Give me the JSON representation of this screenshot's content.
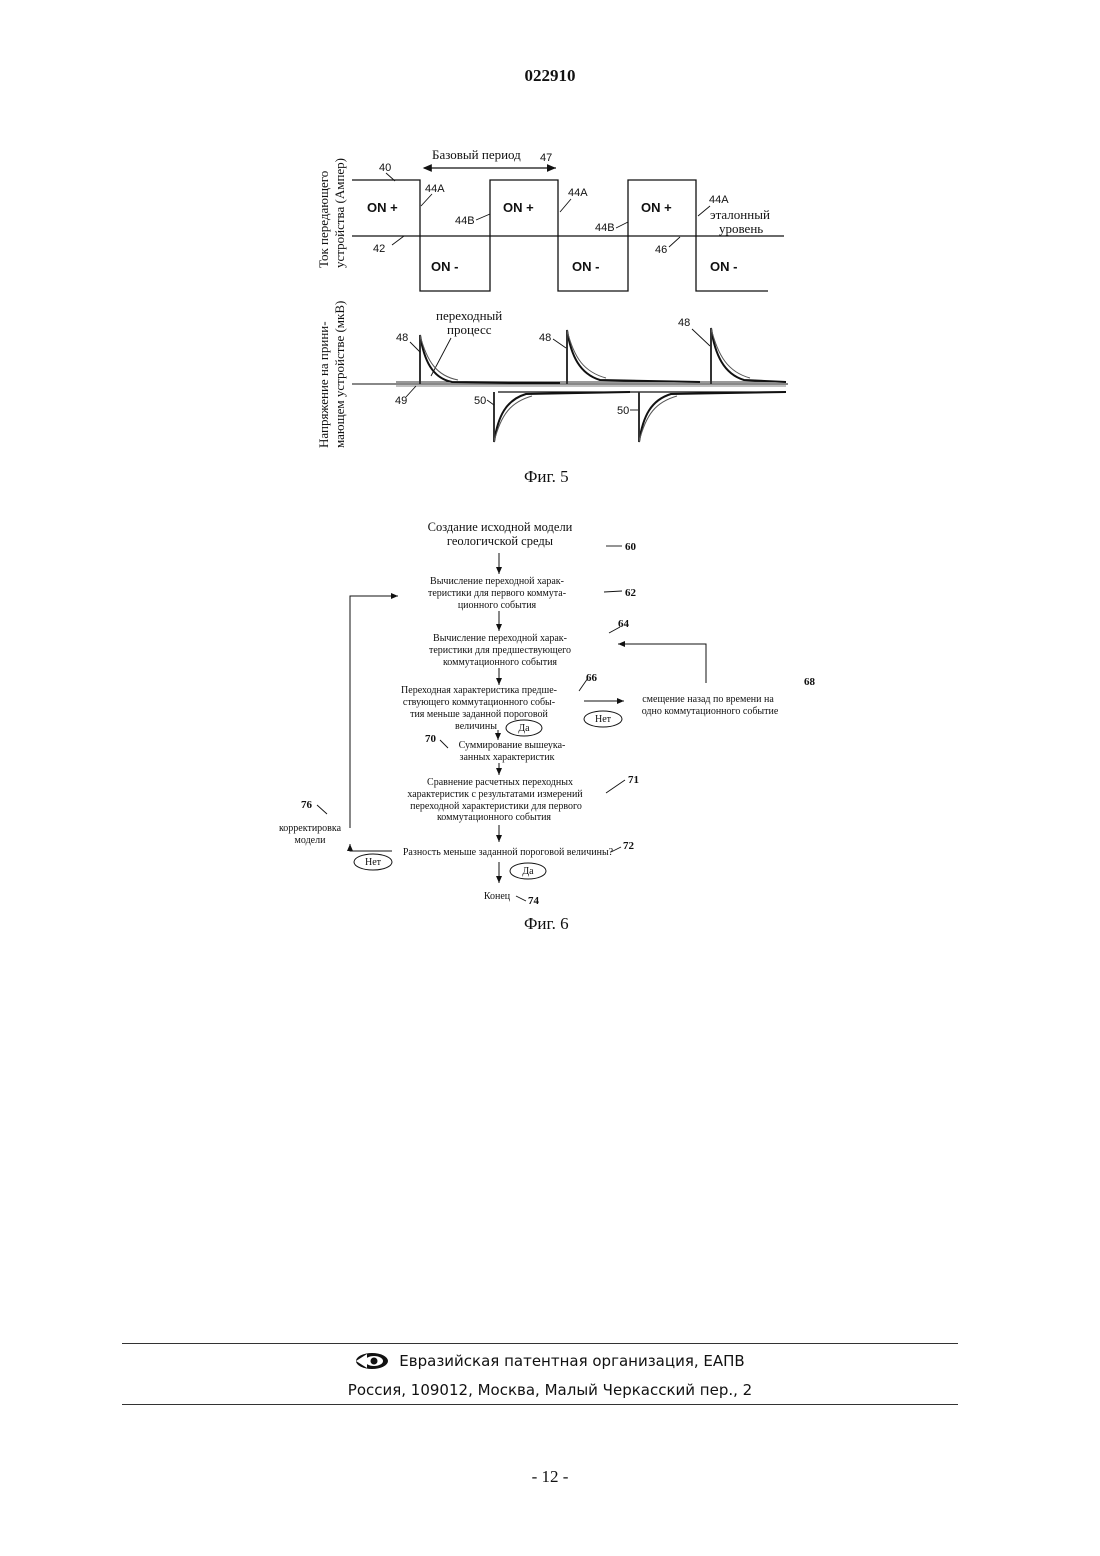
{
  "header": {
    "doc_number": "022910"
  },
  "fig5": {
    "caption": "Фиг. 5",
    "top_ylabel_line1": "Ток передающего",
    "top_ylabel_line2": "устройства (Ампер)",
    "bottom_ylabel_line1": "Напряжение на прини-",
    "bottom_ylabel_line2": "мающем устройстве (мкВ)",
    "base_period": "Базовый период",
    "ref_47": "47",
    "on_plus": "ON +",
    "on_minus": "ON -",
    "ref_40": "40",
    "ref_42": "42",
    "ref_44A": "44A",
    "ref_44B": "44B",
    "ref_46": "46",
    "ref_level_line1": "эталонный",
    "ref_level_line2": "уровень",
    "transient_line1": "переходный",
    "transient_line2": "процесс",
    "ref_48": "48",
    "ref_49": "49",
    "ref_50": "50"
  },
  "fig6": {
    "caption": "Фиг. 6",
    "step60_line1": "Создание исходной модели",
    "step60_line2": "геологичской среды",
    "ref_60": "60",
    "step62_line1": "Вычисление переходной харак-",
    "step62_line2": "теристики для первого коммута-",
    "step62_line3": "ционного события",
    "ref_62": "62",
    "step64_line1": "Вычисление переходной харак-",
    "step64_line2": "теристики для предшествующего",
    "step64_line3": "коммутационного события",
    "ref_64": "64",
    "step66_line1": "Переходная характеристика предше-",
    "step66_line2": "ствующего коммутационного собы-",
    "step66_line3": "тия меньше заданной пороговой",
    "step66_line4": "величины",
    "ref_66": "66",
    "step68_line1": "смещение назад по времени на",
    "step68_line2": "одно  коммутационного событие",
    "ref_68": "68",
    "yes": "Да",
    "no": "Нет",
    "step70_line1": "Суммирование вышеука-",
    "step70_line2": "занных характеристик",
    "ref_70": "70",
    "step71_line1": "Сравнение расчетных переходных",
    "step71_line2": "характеристик с результатами измерений",
    "step71_line3": "переходной характеристики для первого",
    "step71_line4": "коммутационного события",
    "ref_71": "71",
    "step72": "Разность меньше заданной пороговой величины?",
    "ref_72": "72",
    "step74": "Конец",
    "ref_74": "74",
    "step76_line1": "корректировка",
    "step76_line2": "модели",
    "ref_76": "76"
  },
  "footer": {
    "org": "Евразийская патентная организация, ЕАПВ",
    "address": "Россия, 109012, Москва, Малый Черкасский пер., 2",
    "page": "- 12 -"
  }
}
